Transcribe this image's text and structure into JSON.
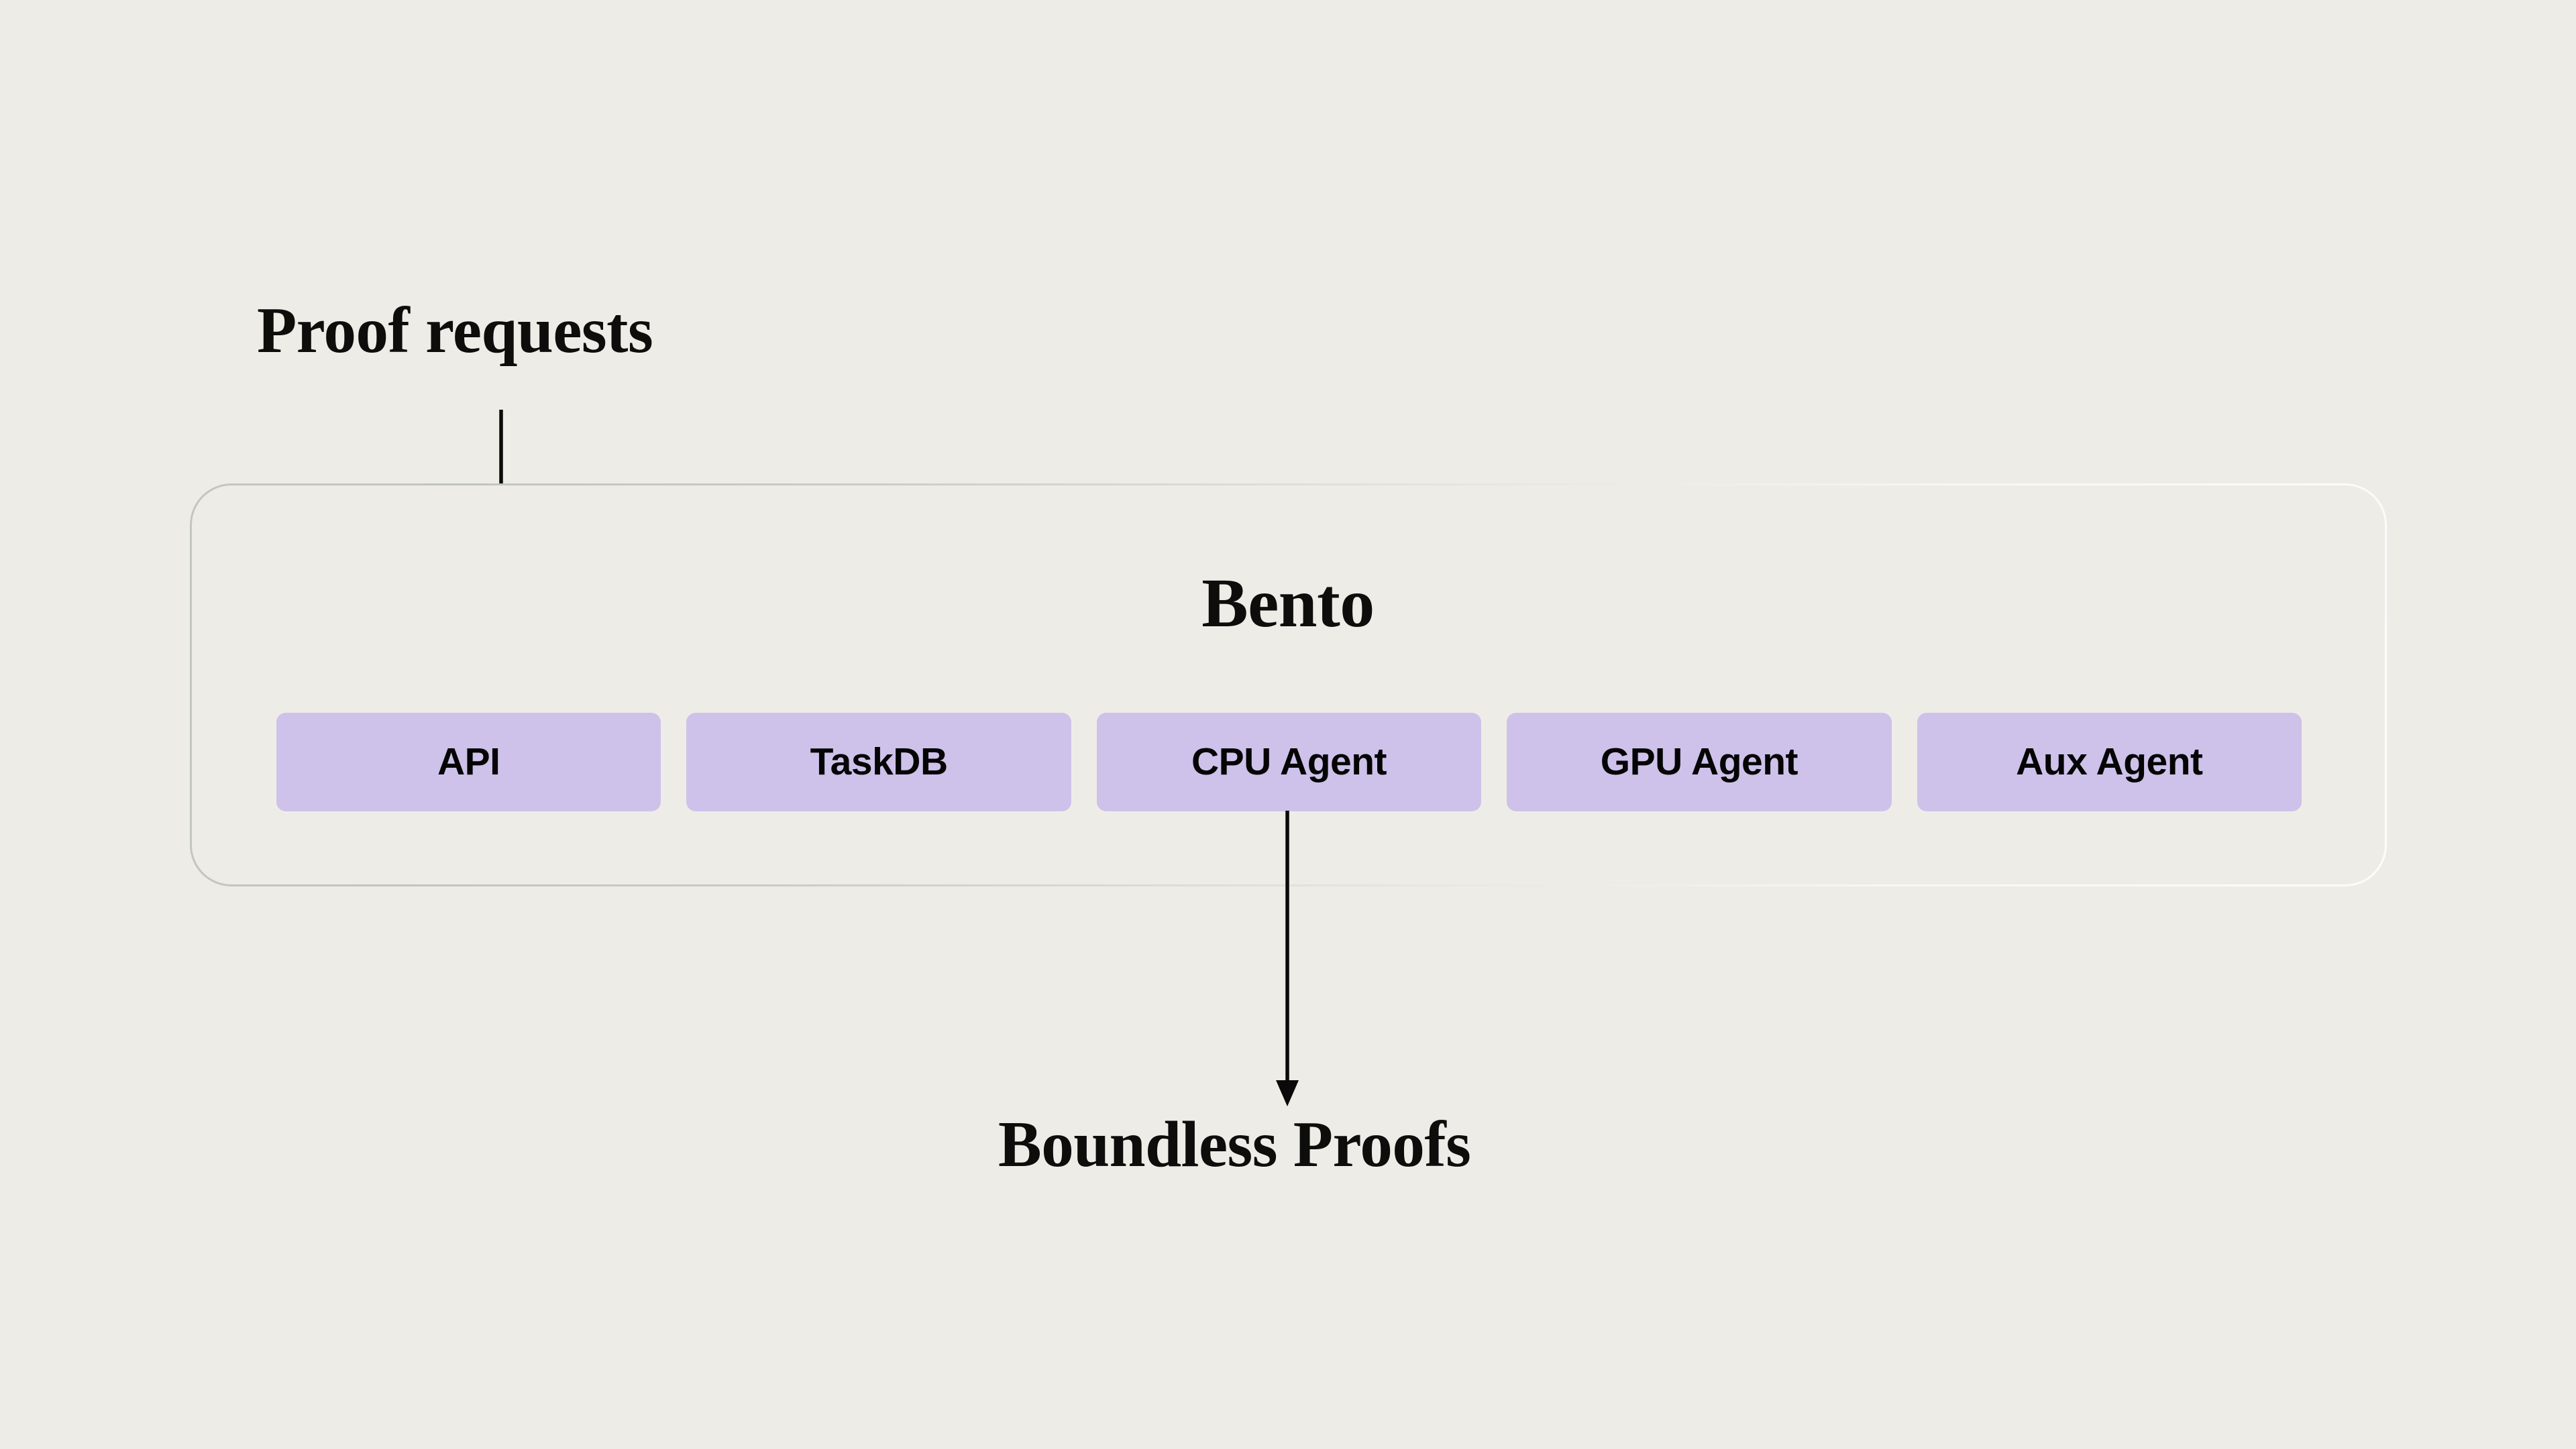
{
  "diagram": {
    "title": "Bento",
    "background_color": "#eeece7",
    "accent_color": "#cec2ea",
    "text_color": "#0d0d0c",
    "border_color": "#c2c6c2"
  },
  "annotations": {
    "input_label": "Proof requests",
    "output_label": "Boundless Proofs"
  },
  "container": {
    "label": "Bento",
    "components": [
      {
        "label": "API"
      },
      {
        "label": "TaskDB"
      },
      {
        "label": "CPU Agent"
      },
      {
        "label": "GPU Agent"
      },
      {
        "label": "Aux Agent"
      }
    ]
  },
  "connectors": [
    {
      "name": "proof-requests-to-api",
      "from": "Proof requests",
      "to": "API",
      "direction": "down"
    },
    {
      "name": "cpu-agent-to-boundless-proofs",
      "from": "CPU Agent",
      "to": "Boundless Proofs",
      "direction": "down"
    }
  ]
}
